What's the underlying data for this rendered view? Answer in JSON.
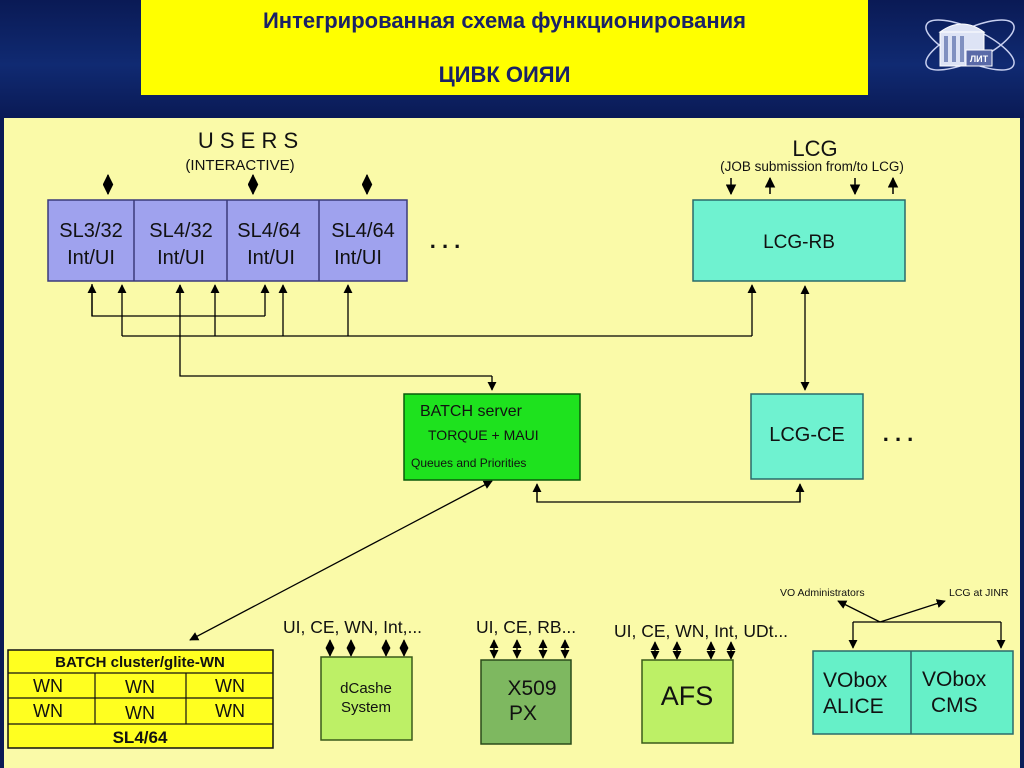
{
  "header": {
    "title_line1": "Интегрированная схема функционирования",
    "title_line2": "ЦИВК ОИЯИ",
    "logo_text": "ЛИТ"
  },
  "users": {
    "title": "U S E R S",
    "subtitle": "(INTERACTIVE)",
    "nodes": [
      {
        "line1": "SL3/32",
        "line2": "Int/UI"
      },
      {
        "line1": "SL4/32",
        "line2": "Int/UI"
      },
      {
        "line1": "SL4/64",
        "line2": "Int/UI"
      },
      {
        "line1": "SL4/64",
        "line2": "Int/UI"
      }
    ],
    "ellipsis": ". . ."
  },
  "lcg": {
    "title": "LCG",
    "subtitle": "(JOB submission from/to LCG)",
    "rb_label": "LCG-RB",
    "ce_label": "LCG-CE",
    "ce_ellipsis": ". . ."
  },
  "batch_server": {
    "line1": "BATCH server",
    "line2": "TORQUE + MAUI",
    "line3": "Queues and Priorities"
  },
  "batch_cluster": {
    "title": "BATCH cluster/glite-WN",
    "rows": [
      [
        "WN",
        "WN",
        "WN"
      ],
      [
        "WN",
        "WN",
        "WN"
      ]
    ],
    "footer": "SL4/64"
  },
  "dcache": {
    "caption": "UI, CE, WN, Int,...",
    "line1": "dCashe",
    "line2": "System"
  },
  "x509": {
    "caption": "UI, CE, RB...",
    "line1": "X509",
    "line2": "PX"
  },
  "afs": {
    "caption": "UI, CE, WN, Int, UDt...",
    "label": "AFS"
  },
  "vobox": {
    "vo_admins": "VO Administrators",
    "lcg_jinr": "LCG at JINR",
    "alice_line1": "VObox",
    "alice_line2": "ALICE",
    "cms_line1": "VObox",
    "cms_line2": "CMS"
  },
  "colors": {
    "header_bg": "#0b1e5a",
    "title_bg": "#ffff00",
    "canvas_bg": "#fafaa8",
    "users_box": "#9fa2ee",
    "lcg_box": "#6ff2d0",
    "batch_server": "#1ee21e",
    "cluster": "#ffff20",
    "storage": "#bdf066",
    "x509": "#7eb860",
    "vobox": "#66f0c8"
  }
}
